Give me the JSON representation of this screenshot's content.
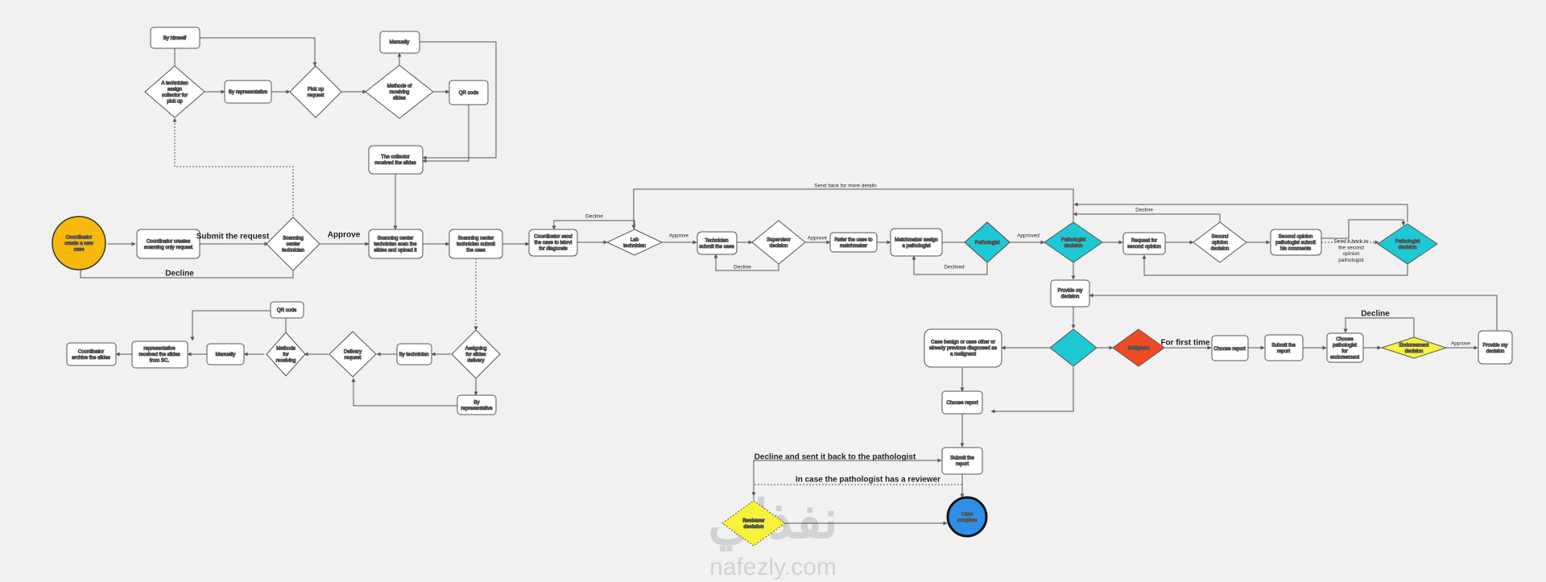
{
  "watermark": {
    "arabic": "نفذلي",
    "latin": "nafezly.com"
  },
  "colors": {
    "start": "#f8b90d",
    "cyan": "#1ec9d6",
    "yellow": "#f7f23a",
    "red": "#f04a24",
    "end": "#2f8fe8",
    "stroke": "#555555",
    "box": "#ffffff"
  },
  "nodes": {
    "start": [
      "Coordinator",
      "create a new",
      "case"
    ],
    "createRequest": [
      "Coordinator creates",
      "scanning only request"
    ],
    "scanTechDecision": [
      "Scanning",
      "center",
      "technician"
    ],
    "techAssign": [
      "A technician",
      "assign",
      "collector for",
      "pick up"
    ],
    "byHimself": [
      "By himself"
    ],
    "byRepTop": [
      "By representative"
    ],
    "pickUp": [
      "Pick up",
      "request"
    ],
    "methodsTop": [
      "Methods of",
      "receiving",
      "slides"
    ],
    "manuallyTop": [
      "Manually"
    ],
    "qrTop": [
      "QR code"
    ],
    "collectorReceived": [
      "The collector",
      "received the slides"
    ],
    "scanUpload": [
      "Scanning center",
      "technician scan the",
      "slides and upload it"
    ],
    "scanSubmit": [
      "Scanning center",
      "technician submit",
      "the case"
    ],
    "coordSend": [
      "Coordinator send",
      "the case to labrvi",
      "for diagnosis"
    ],
    "labTech": [
      "Lab",
      "technician"
    ],
    "techSubmit": [
      "Technician",
      "submit the case"
    ],
    "supervisor": [
      "Supervisor",
      "decision"
    ],
    "referMatch": [
      "Refer the case to",
      "matchmaker"
    ],
    "matchAssign": [
      "Matchmaker assign",
      "a pathologist"
    ],
    "pathologist": [
      "Pathologist"
    ],
    "pathDecision": [
      "Pathologist",
      "decision"
    ],
    "requestSecond": [
      "Request for",
      "second opinion"
    ],
    "secondDecision": [
      "Second",
      "opinion",
      "decision"
    ],
    "secondSubmit": [
      "Second opinion",
      "pathologist submit",
      "his comments"
    ],
    "pathDecision2": [
      "Pathologist",
      "decision"
    ],
    "provideDecision": [
      "Provide my",
      "decision"
    ],
    "centerDiamond": [
      ""
    ],
    "malignant": [
      "Malignant"
    ],
    "benign": [
      "Case benign or case other or",
      "already previous diagnosed as",
      "a malignant"
    ],
    "chooseReportRight": [
      "Choose report"
    ],
    "submitReportRight": [
      "Submit the",
      "report"
    ],
    "chooseEndorse": [
      "Choose",
      "pathologist",
      "for",
      "endorsement"
    ],
    "endorseDecision": [
      "Endorsement",
      "decision"
    ],
    "provideDecision2": [
      "Provide my",
      "decision"
    ],
    "chooseReportLeft": [
      "Choose report"
    ],
    "submitReportBottom": [
      "Submit the",
      "report"
    ],
    "reviewer": [
      "Reviewer",
      "decision"
    ],
    "complete": [
      "Case",
      "complete"
    ],
    "assigningDelivery": [
      "Assigning",
      "for slides",
      "delivery"
    ],
    "byRepBottom": [
      "By",
      "representative"
    ],
    "byTechnician": [
      "By technician"
    ],
    "deliveryRequest": [
      "Delivery",
      "request"
    ],
    "methodsBottom": [
      "Methods",
      "for",
      "receiving"
    ],
    "qrBottom": [
      "QR code"
    ],
    "manuallyBottom": [
      "Manually"
    ],
    "repReceived": [
      "representative",
      "received the slides",
      "from SC."
    ],
    "archive": [
      "Coordinator",
      "archive the slides"
    ]
  },
  "edge_labels": {
    "submitRequest": [
      "Submit the request"
    ],
    "approveMain": [
      "Approve"
    ],
    "declineMain": [
      "Decline"
    ],
    "sendBack": [
      "Send back for more details"
    ],
    "declineLab": [
      "Decline"
    ],
    "approveLab": [
      "Approve"
    ],
    "approveSup": [
      "Approve"
    ],
    "declineSup": [
      "Decline"
    ],
    "approvedPath": [
      "Approved"
    ],
    "declinedPath": [
      "Declined"
    ],
    "declineTop": [
      "Decline"
    ],
    "sendBackSecond": [
      "Send it back to",
      "the second",
      "opinion",
      "pathologist"
    ],
    "forFirstTime": [
      "For first time"
    ],
    "declineEndorse": [
      "Decline"
    ],
    "approveEndorse": [
      "Approve"
    ],
    "declineReviewer": [
      "Decline and sent it back to the pathologist"
    ],
    "reviewerCase": [
      "In case the pathologist has a reviewer"
    ]
  }
}
